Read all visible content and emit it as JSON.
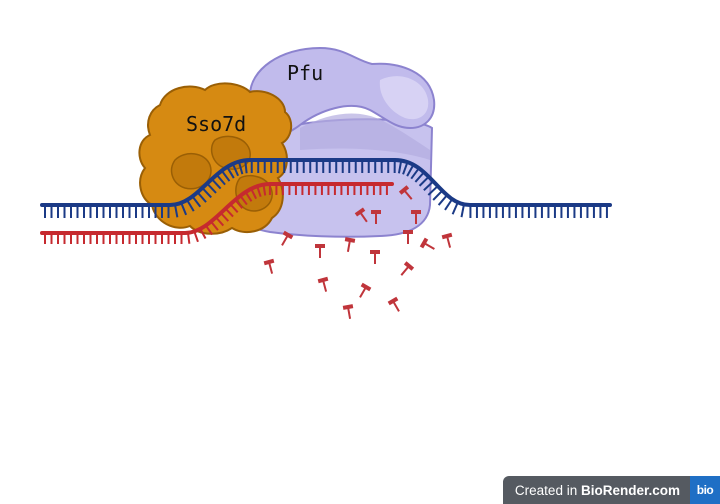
{
  "labels": {
    "polymerase": "Pfu",
    "binding_protein": "Sso7d"
  },
  "watermark": {
    "prefix": "Created in ",
    "brand": "BioRender.com",
    "logo": "bio"
  },
  "colors": {
    "template_strand": "#1b3a86",
    "new_strand": "#c62a2f",
    "nucleotide": "#c0353b",
    "pfu_fill": "#c7c2ee",
    "pfu_stroke": "#8c83cf",
    "sso7d_fill": "#d68a12",
    "sso7d_stroke": "#9a5f05"
  }
}
